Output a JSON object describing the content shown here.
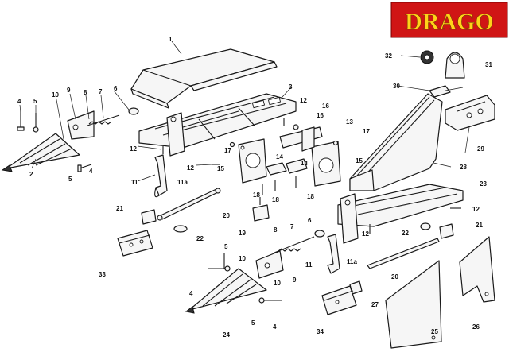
{
  "brand": {
    "logo_text": "DRAGO",
    "logo_color": "#d01515",
    "logo_text_color": "#ffd21a"
  },
  "callouts": [
    "1",
    "2",
    "3",
    "4",
    "5",
    "6",
    "7",
    "8",
    "9",
    "10",
    "11",
    "11a",
    "12",
    "13",
    "14",
    "15",
    "16",
    "17",
    "18",
    "19",
    "20",
    "21",
    "22",
    "23",
    "24",
    "25",
    "26",
    "27",
    "28",
    "29",
    "30",
    "31",
    "32",
    "33",
    "34"
  ]
}
